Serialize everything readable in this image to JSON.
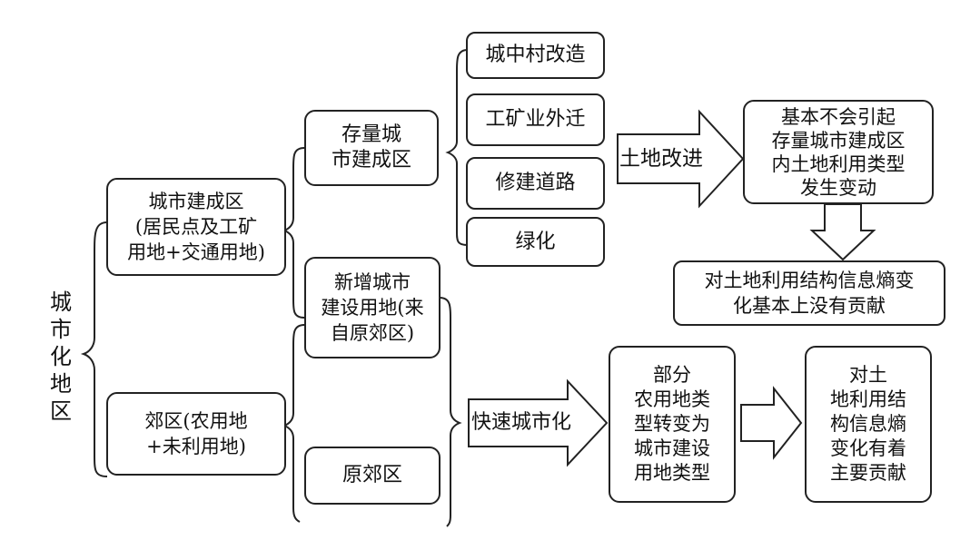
{
  "root": {
    "label": "城\n市\n化\n地\n区"
  },
  "level1": {
    "built_area": "城市建成区\n(居民点及工矿\n用地+交通用地)",
    "suburb": "郊区(农用地\n+未利用地)"
  },
  "level2": {
    "existing": "存量城\n市建成区",
    "new_construction": "新增城市\n建设用地(来\n自原郊区)",
    "original_suburb": "原郊区"
  },
  "level3": {
    "items": [
      "城中村改造",
      "工矿业外迁",
      "修建道路",
      "绿化"
    ]
  },
  "arrows": {
    "land_improvement": "土地改进",
    "rapid_urbanization": "快速城市化"
  },
  "results": {
    "no_change": "基本不会引起\n存量城市建成区\n内土地利用类型\n发生变动",
    "no_contribution": "对土地利用结构信息熵变\n化基本上没有贡献",
    "partial_conversion": "部分\n农用地类\n型转变为\n城市建设\n用地类型",
    "major_contribution": "对土\n地利用结\n构信息熵\n变化有着\n主要贡献"
  }
}
